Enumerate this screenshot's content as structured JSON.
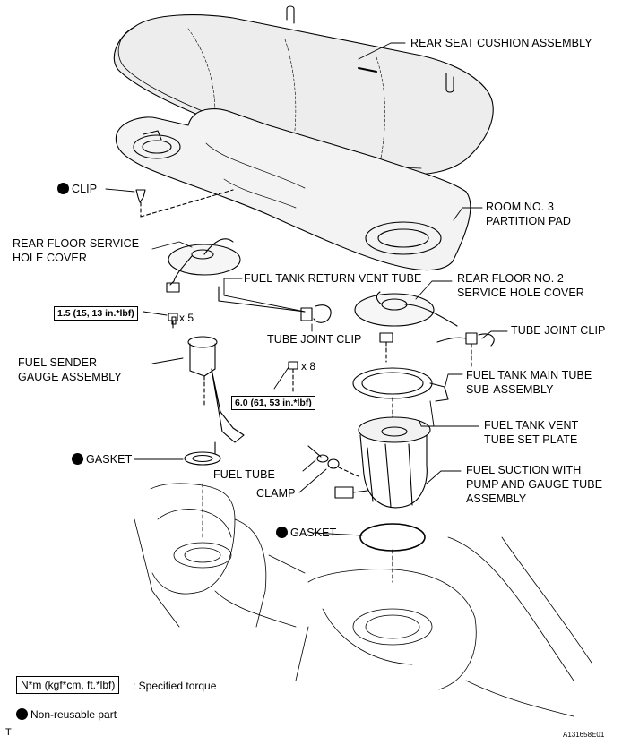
{
  "labels": {
    "rear_seat_cushion": "REAR SEAT CUSHION ASSEMBLY",
    "clip": "CLIP",
    "room_partition_1": "ROOM NO. 3",
    "room_partition_2": "PARTITION PAD",
    "rear_floor_cover_1": "REAR FLOOR SERVICE",
    "rear_floor_cover_2": "HOLE COVER",
    "return_vent_tube": "FUEL TANK RETURN VENT TUBE",
    "rear_floor_no2_1": "REAR FLOOR NO. 2",
    "rear_floor_no2_2": "SERVICE HOLE COVER",
    "tube_joint_clip_left": "TUBE JOINT CLIP",
    "tube_joint_clip_right": "TUBE JOINT CLIP",
    "sender_gauge_1": "FUEL SENDER",
    "sender_gauge_2": "GAUGE ASSEMBLY",
    "main_tube_1": "FUEL TANK MAIN TUBE",
    "main_tube_2": "SUB-ASSEMBLY",
    "vent_plate_1": "FUEL TANK VENT",
    "vent_plate_2": "TUBE SET PLATE",
    "gasket_left": "GASKET",
    "fuel_tube": "FUEL TUBE",
    "clamp": "CLAMP",
    "suction_1": "FUEL SUCTION WITH",
    "suction_2": "PUMP AND GAUGE TUBE",
    "suction_3": "ASSEMBLY",
    "gasket_right": "GASKET"
  },
  "torque": {
    "small": "1.5 (15, 13 in.*lbf)",
    "small_qty": "x 5",
    "large": "6.0 (61, 53 in.*lbf)",
    "large_qty": "x 8"
  },
  "legend": {
    "torque_units": "N*m (kgf*cm, ft.*lbf)",
    "torque_desc": ": Specified torque",
    "nonreusable": "Non-reusable part"
  },
  "footer": {
    "corner_mark": "T",
    "figure_id": "A131658E01"
  }
}
